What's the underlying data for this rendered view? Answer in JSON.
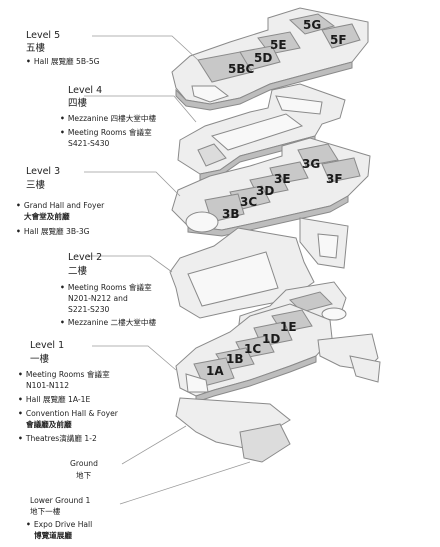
{
  "levels": {
    "l5": {
      "title": "Level 5",
      "cn": "五樓",
      "items": [
        {
          "text": "Hall 展覽廳 5B-5G"
        }
      ],
      "zones": [
        "5G",
        "5F",
        "5E",
        "5D",
        "5BC"
      ]
    },
    "l4": {
      "title": "Level 4",
      "cn": "四樓",
      "items": [
        {
          "text": "Mezzanine 四樓大堂中樓"
        },
        {
          "text": "Meeting Rooms 會議室",
          "text2": "S421-S430"
        }
      ]
    },
    "l3": {
      "title": "Level 3",
      "cn": "三樓",
      "items": [
        {
          "text": "Grand Hall and Foyer",
          "text2": "大會堂及前廳"
        },
        {
          "text": "Hall 展覽廳 3B-3G"
        }
      ],
      "zones": [
        "3G",
        "3F",
        "3E",
        "3D",
        "3C",
        "3B"
      ]
    },
    "l2": {
      "title": "Level 2",
      "cn": "二樓",
      "items": [
        {
          "text": "Meeting Rooms 會議室",
          "text2": "N201-N212 and",
          "text3": "S221-S230"
        },
        {
          "text": "Mezzanine 二樓大堂中樓"
        }
      ]
    },
    "l1": {
      "title": "Level 1",
      "cn": "一樓",
      "items": [
        {
          "text": "Meeting Rooms 會議室",
          "text2": "N101-N112"
        },
        {
          "text": "Hall 展覽廳 1A-1E"
        },
        {
          "text": "Convention Hall & Foyer",
          "text2": "會議廳及前廳"
        },
        {
          "text": "Theatres演講廳 1-2"
        }
      ],
      "zones": [
        "1E",
        "1D",
        "1C",
        "1B",
        "1A"
      ]
    },
    "g": {
      "title": "Ground",
      "cn": "地下"
    },
    "lg1": {
      "title": "Lower Ground 1",
      "cn": "地下一樓",
      "items": [
        {
          "text": "Expo Drive Hall",
          "text2": "博覽道展廳"
        }
      ]
    }
  },
  "colors": {
    "floor": "#eeeeee",
    "outline": "#8a8a8a",
    "hall": "#c8c8c8",
    "shadow": "#bdbdbd",
    "leader": "#9a9a9a"
  }
}
